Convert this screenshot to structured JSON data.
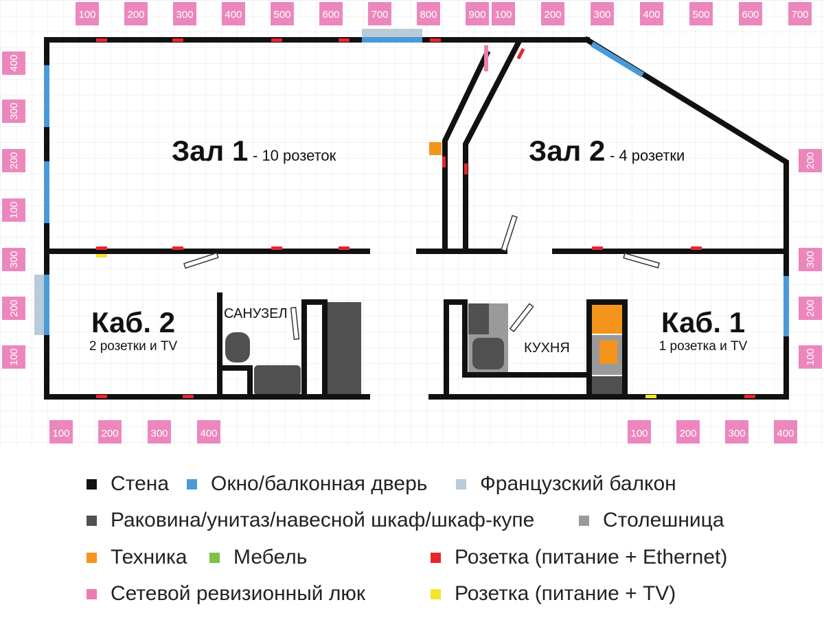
{
  "rooms": {
    "hall1": {
      "title": "Зал 1",
      "subtitle": "- 10 розеток"
    },
    "hall2": {
      "title": "Зал 2",
      "subtitle": "- 4 розетки"
    },
    "cab2": {
      "title": "Каб. 2",
      "subtitle": "2 розетки и TV"
    },
    "cab1": {
      "title": "Каб. 1",
      "subtitle": "1 розетка и TV"
    },
    "bath": {
      "title": "САНУЗЕЛ"
    },
    "kitchen": {
      "title": "КУХНЯ"
    }
  },
  "rulers": {
    "top_left": [
      "100",
      "200",
      "300",
      "400",
      "500",
      "600",
      "700",
      "800",
      "900"
    ],
    "top_right": [
      "100",
      "200",
      "300",
      "400",
      "500",
      "600",
      "700"
    ],
    "left": [
      "400",
      "300",
      "200",
      "100",
      "300",
      "200",
      "100"
    ],
    "right": [
      "200",
      "300",
      "200",
      "100"
    ],
    "bottom_left": [
      "100",
      "200",
      "300",
      "400"
    ],
    "bottom_right": [
      "100",
      "200",
      "300",
      "400"
    ]
  },
  "legend": [
    {
      "label": "Стена",
      "color": "#111111"
    },
    {
      "label": "Окно/балконная дверь",
      "color": "#4a9ad8"
    },
    {
      "label": "Французский балкон",
      "color": "#b9cbd9"
    },
    {
      "label": "Раковина/унитаз/навесной шкаф/шкаф-купе",
      "color": "#505050"
    },
    {
      "label": "Столешница",
      "color": "#9a9a9a"
    },
    {
      "label": "Техника",
      "color": "#f5941d"
    },
    {
      "label": "Мебель",
      "color": "#7dc243"
    },
    {
      "label": "Розетка (питание + Ethernet)",
      "color": "#e8252b"
    },
    {
      "label": "Сетевой ревизионный люк",
      "color": "#ee7bb0"
    },
    {
      "label": "Розетка (питание + TV)",
      "color": "#f5e52a"
    }
  ]
}
